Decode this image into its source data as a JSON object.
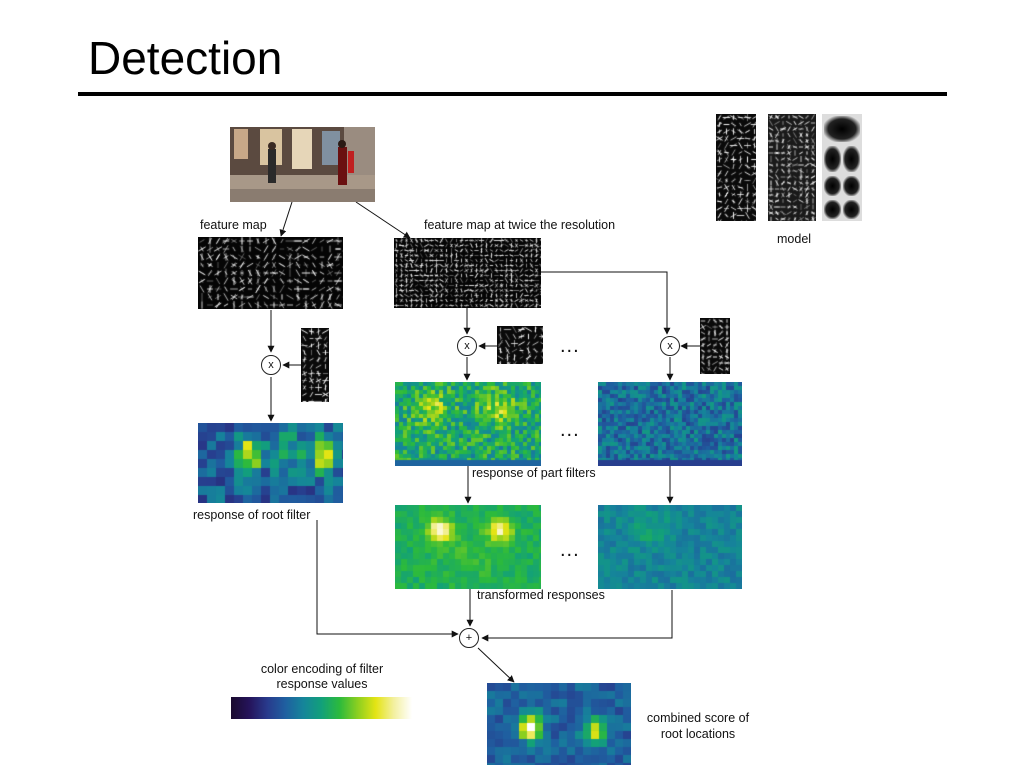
{
  "slide": {
    "title": "Detection"
  },
  "labels": {
    "feature_map": "feature map",
    "feature_map_2x": "feature map at twice the resolution",
    "model": "model",
    "response_root": "response of root filter",
    "response_parts": "response of part filters",
    "transformed": "transformed responses",
    "color_encoding_1": "color encoding of filter",
    "color_encoding_2": "response values",
    "combined_1": "combined score of",
    "combined_2": "root locations"
  },
  "operators": {
    "multiply": "x",
    "add": "+"
  },
  "ellipsis": "...",
  "colormap": [
    "#1a0a2e",
    "#25135a",
    "#283a8c",
    "#1f5fa0",
    "#15859a",
    "#12a07a",
    "#2cba3c",
    "#8ccf20",
    "#e4e414",
    "#f3f0a0",
    "#ffffff"
  ]
}
